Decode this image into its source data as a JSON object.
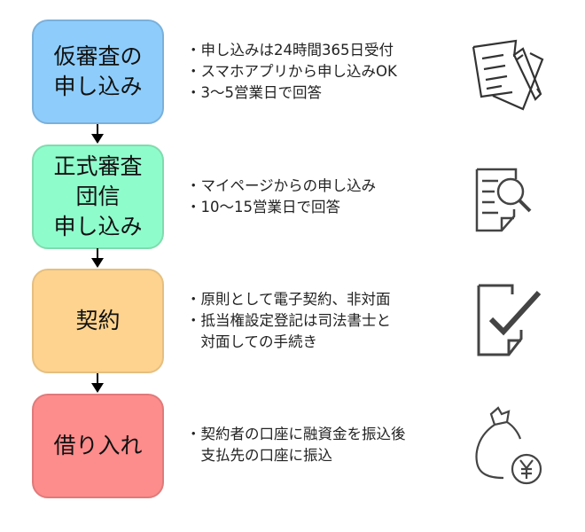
{
  "steps": [
    {
      "title_lines": [
        "仮審査の",
        "申し込み"
      ],
      "color": "#8ecdfb",
      "border": "#7ab0db",
      "bullets": [
        "・申し込みは24時間365日受付",
        "・スマホアプリから申し込みOK",
        "・3〜5営業日で回答"
      ],
      "icon": "document-pencil-icon"
    },
    {
      "title_lines": [
        "正式審査",
        "団信",
        "申し込み"
      ],
      "color": "#8ffccc",
      "border": "#7fdcae",
      "bullets": [
        "・マイページからの申し込み",
        "・10〜15営業日で回答"
      ],
      "icon": "document-search-icon"
    },
    {
      "title_lines": [
        "契約"
      ],
      "color": "#fdd38f",
      "border": "#e5bf80",
      "bullets": [
        "・原則として電子契約、非対面",
        "・抵当権設定登記は司法書士と",
        "　対面しての手続き"
      ],
      "icon": "document-check-icon"
    },
    {
      "title_lines": [
        "借り入れ"
      ],
      "color": "#fd8c8c",
      "border": "#e07a7a",
      "bullets": [
        "・契約者の口座に融資金を振込後",
        "　支払先の口座に振込"
      ],
      "icon": "money-bag-yen-icon"
    }
  ]
}
